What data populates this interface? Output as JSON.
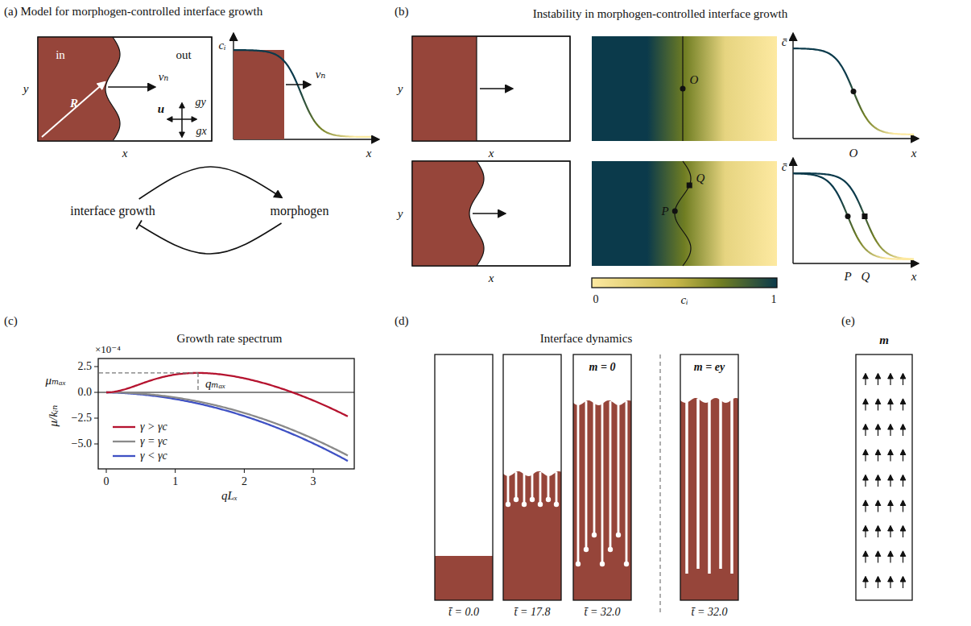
{
  "diagram": {
    "nodes": [
      {
        "text": [
          "interface growth"
        ]
      },
      {
        "text": [
          "morphogen"
        ]
      }
    ],
    "edges": [
      {
        "from": 0,
        "to": 1,
        "arrow": "to"
      },
      {
        "from": 1,
        "to": 0,
        "arrow": "to"
      }
    ],
    "labels": [
      "(a) Model for morphogen-controlled interface growth",
      "in",
      "out",
      "y",
      "R",
      "vₙ",
      "u",
      "gy",
      "gx",
      "x",
      "cᵢ",
      "vₙ",
      "x",
      "(b)",
      "Instability in morphogen-controlled interface growth",
      "y",
      "x",
      "O",
      "c̄",
      "O",
      "x",
      "y",
      "x",
      "Q",
      "P",
      "c̄",
      "P",
      "Q",
      "x",
      "0",
      "cᵢ",
      "1",
      "(c)",
      "Growth rate spectrum",
      "×10⁻⁴",
      "2.5",
      "0.0",
      "−2.5",
      "−5.0",
      "μₘₐₓ",
      "qₘₐₓ",
      "μ/kᵢₙ",
      "0",
      "1",
      "2",
      "3",
      "qLₓ",
      "(d)",
      "Interface dynamics",
      "t̄ = 0.0",
      "t̄ = 17.8",
      "t̄ = 32.0",
      "t̄ = 32.0",
      "m = 0",
      "m = ey",
      "(e)",
      "m"
    ],
    "legend": [
      {
        "text": "γ > γc"
      },
      {
        "text": "γ = γc"
      },
      {
        "text": "γ < γc"
      }
    ]
  }
}
